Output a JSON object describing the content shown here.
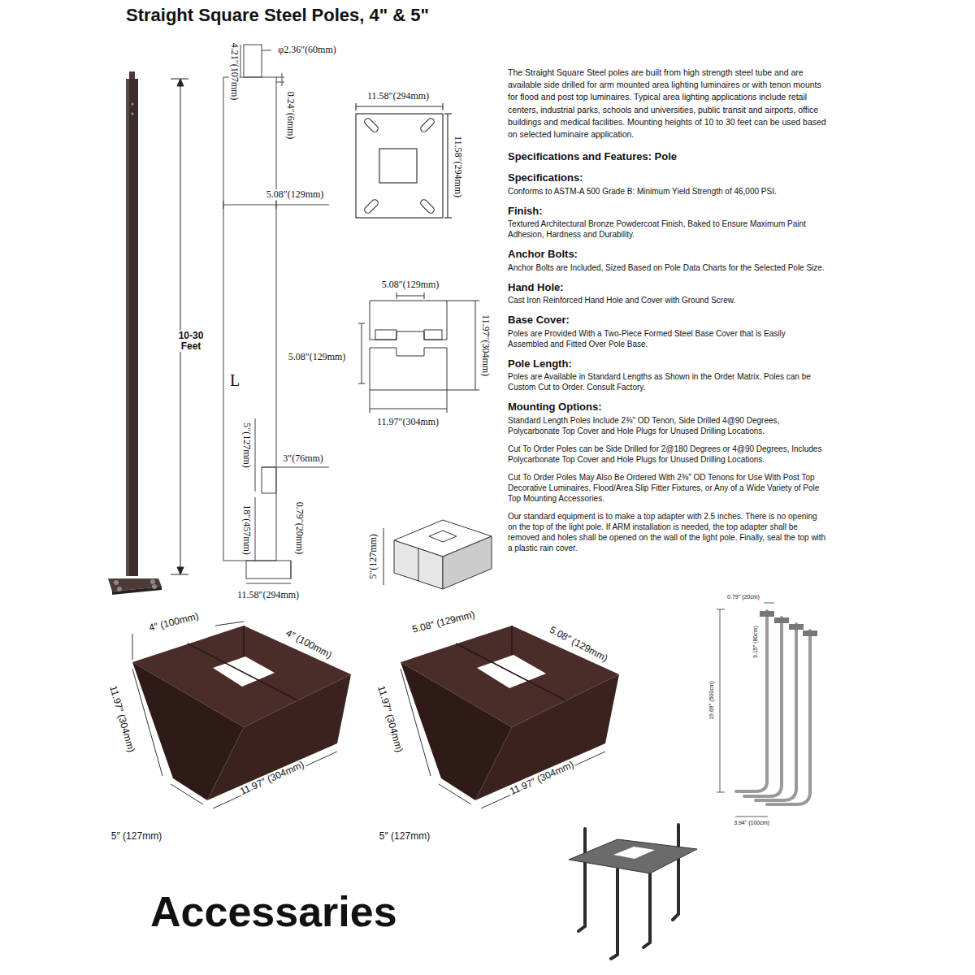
{
  "diagram": {
    "title": "Straight Square Steel Poles, 4\" & 5\"",
    "labels": [
      "10-30 Feet",
      "4.21″(107mm)",
      "φ2.36″(60mm)",
      "0.24″(6mm)",
      "5.08″(129mm)",
      "L",
      "5″(127mm)",
      "3″(76mm)",
      "18″(457mm)",
      "0.79″(20mm)",
      "11.58″(294mm)",
      "11.58″(294mm)",
      "11.58″(294mm)",
      "5.08″(129mm)",
      "5.08″(129mm)",
      "11.97″(304mm)",
      "11.97″(304mm)",
      "5″(127mm)",
      "The Straight Square Steel poles are built from high strength steel tube and are available side drilled for arm mounted area lighting luminaires or with tenon mounts for flood and post top luminaires. Typical area lighting applications include retail centers, industrial parks, schools and universities, public transit and airports, office buildings and medical facilities. Mounting heights of 10 to 30 feet can be used based on selected luminaire application.",
      "Specifications and Features: Pole",
      "Specifications:",
      "Conforms to ASTM-A 500 Grade B: Minimum Yield Strength of 46,000 PSI.",
      "Finish:",
      "Textured Architectural Bronze Powdercoat Finish, Baked to Ensure Maximum Paint Adhesion, Hardness and Durability.",
      "Anchor Bolts:",
      "Anchor Bolts are Included, Sized Based on Pole Data Charts for the Selected Pole Size.",
      "Hand Hole:",
      "Cast Iron Reinforced Hand Hole and Cover with Ground Screw.",
      "Base Cover:",
      "Poles are Provided With a Two-Piece Formed Steel Base Cover that is Easily Assembled and Fitted Over Pole Base.",
      "Pole Length:",
      "Poles are Available in Standard Lengths as Shown in the Order Matrix. Poles can be Custom Cut to Order. Consult Factory.",
      "Mounting Options:",
      "Standard Length Poles Include 2⅜\" OD Tenon, Side Drilled 4@90 Degrees, Polycarbonate Top Cover and Hole Plugs for Unused Drilling Locations.",
      "Cut To Order Poles can be Side Drilled for 2@180 Degrees or 4@90 Degrees, Includes Polycarbonate Top Cover and Hole Plugs for Unused Drilling Locations.",
      "Cut To Order Poles May Also Be Ordered With 2⅜\" OD Tenons for Use With Post Top Decorative Luminaires, Flood/Area Slip Fitter Fixtures, or Any of a Wide Variety of Pole Top Mounting Accessories.",
      "Our standard equipment is to make a top adapter with 2.5 inches. There is no opening on the top of the light pole. If ARM installation is needed, the top adapter shall be removed and holes shall be opened on the wall of the light pole. Finally, seal the top with a plastic rain cover.",
      "4″ (100mm)",
      "4″ (100mm)",
      "11.97″ (304mm)",
      "11.97″ (304mm)",
      "5″ (127mm)",
      "5.08″ (129mm)",
      "5.08″ (129mm)",
      "11.97″ (304mm)",
      "11.97″ (304mm)",
      "5″ (127mm)",
      "0.79\" (20cm)",
      "3.15\" (80cm)",
      "19.69\" (500cm)",
      "3.94\" (100cm)",
      "Accessaries"
    ]
  }
}
